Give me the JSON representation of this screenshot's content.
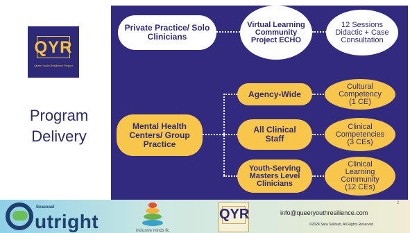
{
  "logo": {
    "text": "QYR",
    "subtext": "Queer Youth Resilience Project"
  },
  "title": {
    "line1": "Program",
    "line2": "Delivery"
  },
  "nodes": {
    "private_practice": "Private Practice/ Solo Clinicians",
    "project_echo": "Virtual Learning Community Project ECHO",
    "sessions": "12 Sessions Didactic + Case Consultation",
    "mental_health": "Mental Health Centers/ Group Practice",
    "agency_wide": "Agency-Wide",
    "cultural_competency": "Cultural Competency (1 CE)",
    "all_clinical": "All Clinical Staff",
    "clinical_competencies": "Clinical Competencies (3 CEs)",
    "youth_serving": "Youth-Serving Masters Level Clinicians",
    "clinical_learning": "Clinical Learning Community (12 CEs)"
  },
  "footer": {
    "outright_small": "Seacoast",
    "outright_word": "utright",
    "inclusive": "inclusive minds llc",
    "qyr": "QYR",
    "email": "info@queeryouthresilience.com",
    "copyright": "©2024 Sara Sullivan, All Rights Reserved",
    "page": "2"
  },
  "colors": {
    "panel": "#322a7e",
    "yellow": "#f7c64a",
    "white": "#ffffff",
    "navy": "#2e2a7a"
  }
}
